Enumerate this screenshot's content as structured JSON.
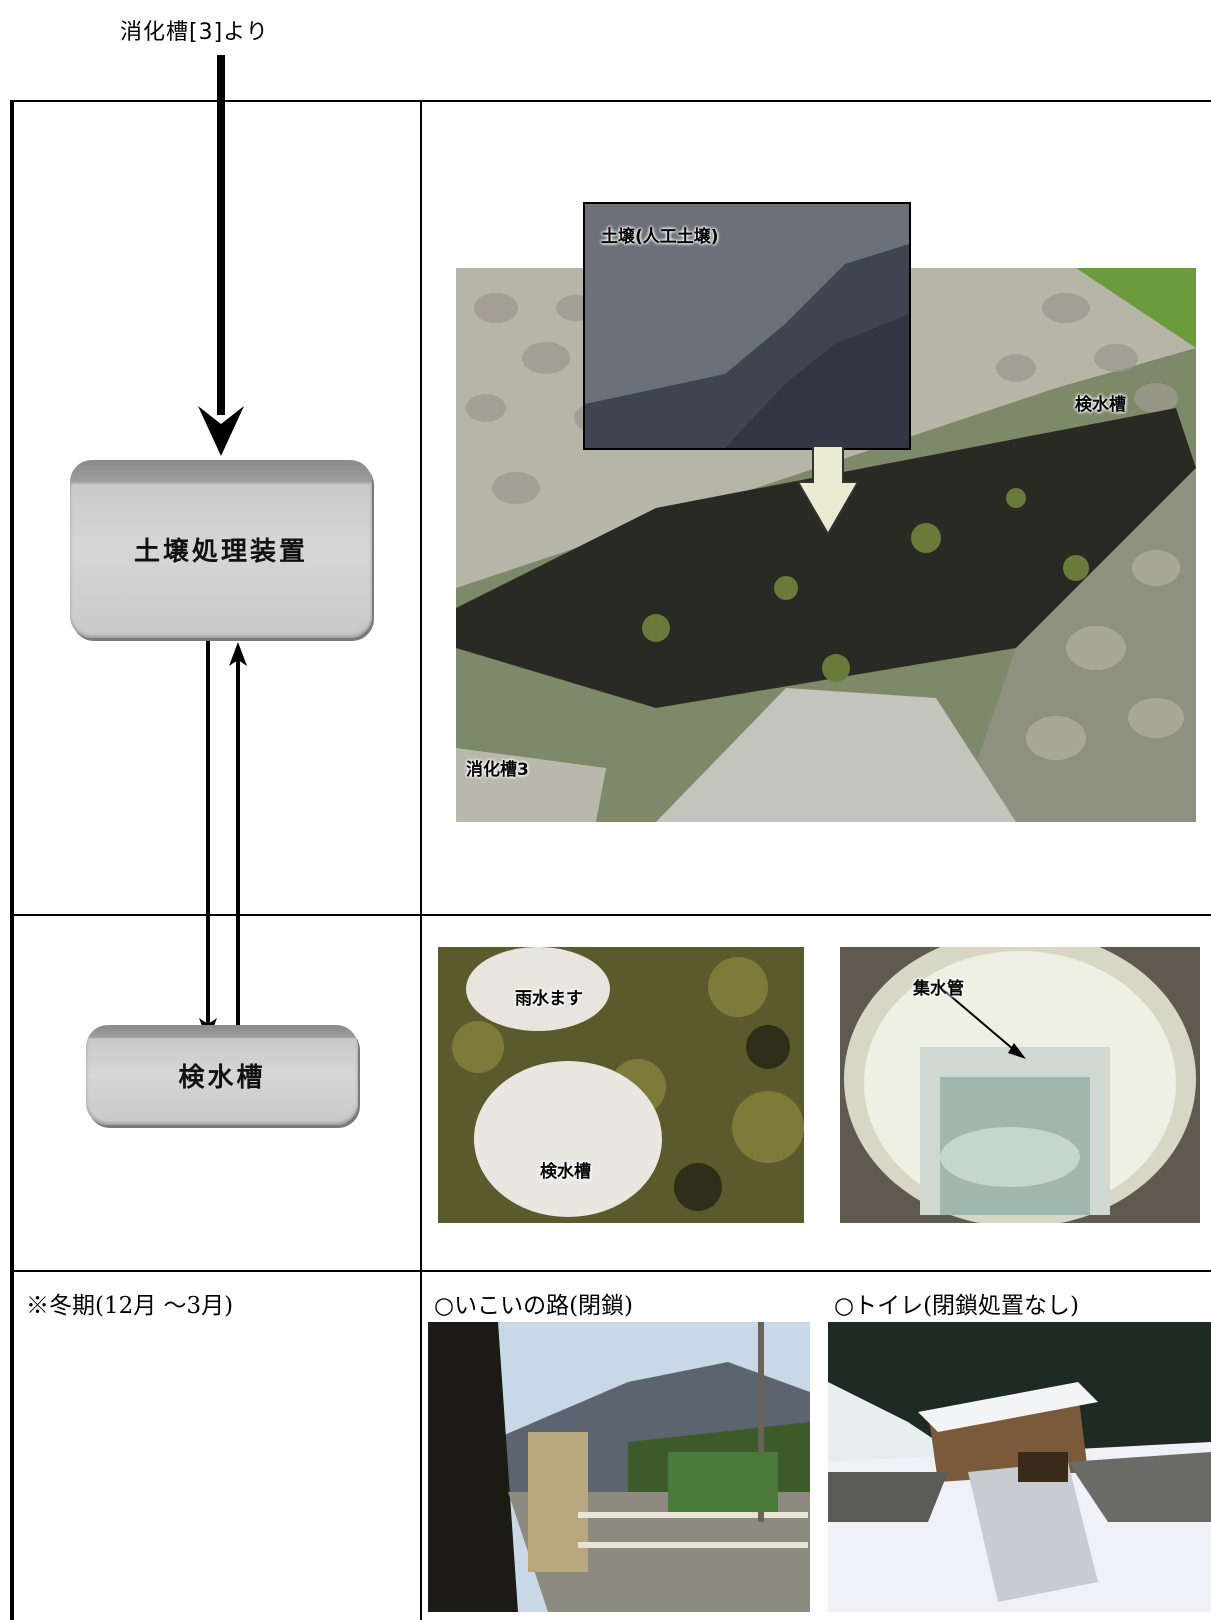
{
  "flow": {
    "source_label": "消化槽[3]より",
    "box_soil": "土壌処理装置",
    "box_check": "検水槽"
  },
  "photos": {
    "soil_bed": {
      "inset_label": "土壌(人工土壌)",
      "label_check": "検水槽",
      "label_digest": "消化槽3"
    },
    "manholes": {
      "label_rain": "雨水ます",
      "label_check": "検水槽"
    },
    "pit": {
      "label_pipe": "集水管"
    }
  },
  "winter": {
    "note": "※冬期(12月 ～3月)",
    "path_caption": "○いこいの路(閉鎖)",
    "toilet_caption": "○トイレ(閉鎖処置なし)"
  }
}
